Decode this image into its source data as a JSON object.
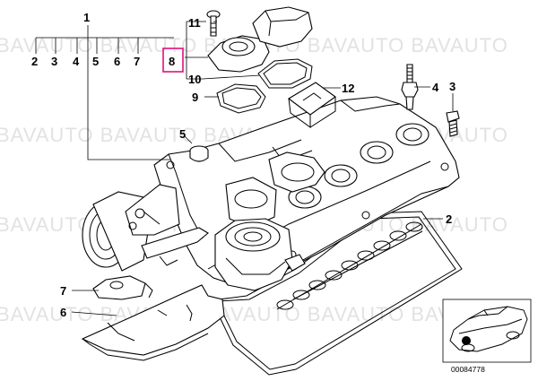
{
  "watermark": {
    "text": "BAVAUTO BAVAUTO BAVAUTO BAVAUTO BAVAUTO"
  },
  "callouts": {
    "c1": "1",
    "c2": "2",
    "c3": "3",
    "c4": "4",
    "c5": "5",
    "c6": "6",
    "c7": "7",
    "c8": "8",
    "c9": "9",
    "c10": "10",
    "c11": "11",
    "c12": "12",
    "row_2": "2",
    "row_3": "3",
    "row_4": "4",
    "row_5": "5",
    "row_6": "6",
    "row_7": "7"
  },
  "highlight": {
    "part": "8",
    "color": "#e0117f"
  },
  "figure_number": "00084778"
}
